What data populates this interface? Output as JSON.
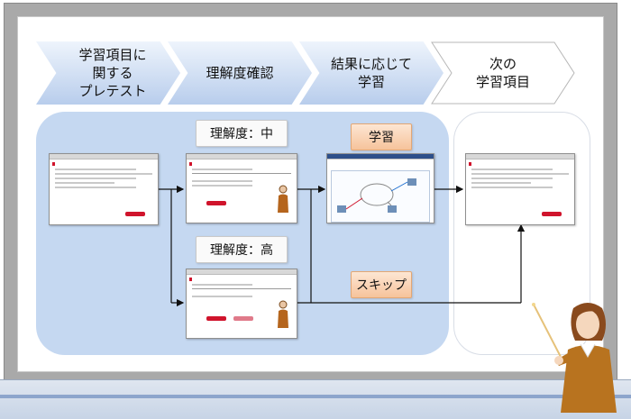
{
  "steps": [
    {
      "label": "学習項目に\n関する\nプレテスト"
    },
    {
      "label": "理解度確認"
    },
    {
      "label": "結果に応じて\n学習"
    },
    {
      "label": "次の\n学習項目"
    }
  ],
  "labels": {
    "understanding_mid": "理解度：中",
    "understanding_high": "理解度：高",
    "study": "学習",
    "skip": "スキップ"
  },
  "colors": {
    "step_fill": "#b8cdec",
    "blue_area": "#c5d8f1",
    "orange_box": "#f6c39b",
    "accent_red": "#d0142c"
  },
  "icons": [
    "teacher-with-pointer",
    "presenter-woman"
  ]
}
